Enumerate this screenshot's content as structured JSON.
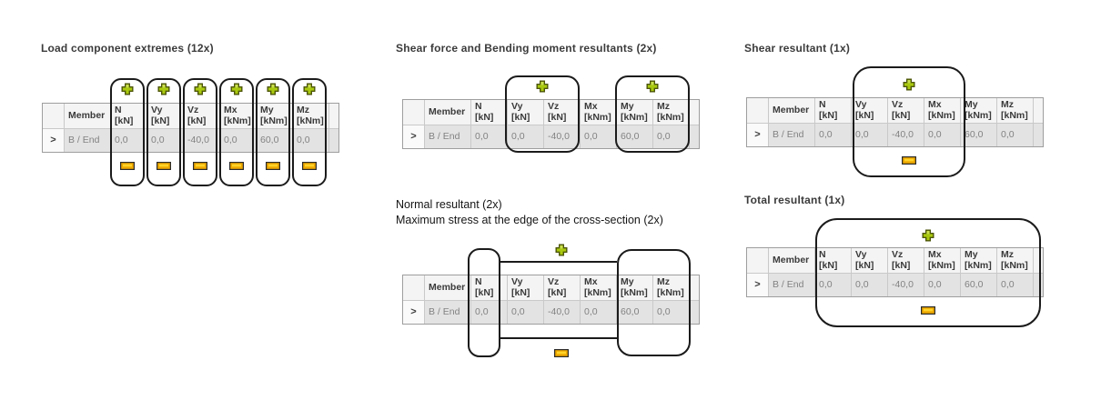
{
  "sections": [
    {
      "title": "Load component extremes (12x)"
    },
    {
      "title": "Shear force and Bending moment resultants (2x)"
    },
    {
      "title": "Shear resultant (1x)"
    },
    {
      "title": "Normal resultant (2x)",
      "title2": "Maximum stress at the edge of the cross-section (2x)"
    },
    {
      "title": "Total resultant (1x)"
    }
  ],
  "table": {
    "expander": ">",
    "member_header": "Member",
    "columns": [
      {
        "name": "N",
        "unit": "[kN]"
      },
      {
        "name": "Vy",
        "unit": "[kN]"
      },
      {
        "name": "Vz",
        "unit": "[kN]"
      },
      {
        "name": "Mx",
        "unit": "[kNm]"
      },
      {
        "name": "My",
        "unit": "[kNm]"
      },
      {
        "name": "Mz",
        "unit": "[kNm]"
      }
    ],
    "row": {
      "member": "B / End",
      "values": [
        "0,0",
        "0,0",
        "-40,0",
        "0,0",
        "60,0",
        "0,0"
      ]
    }
  },
  "icons": {
    "plus": "plus-icon (maximum extreme marker)",
    "minus": "minus-icon (minimum extreme marker)"
  },
  "colors": {
    "outline": "#1b1b1b",
    "plus_green": "#a9c90f",
    "plus_border": "#4c5508",
    "minus_gold": "#efa900",
    "minus_highlight": "#ffd42a",
    "header_bg": "#f4f4f4",
    "row_bg": "#e3e3e3",
    "grid_border": "#c9c9c9",
    "header_text": "#3a3a3a",
    "value_text": "#828282",
    "title_text": "#3b3b3b"
  }
}
